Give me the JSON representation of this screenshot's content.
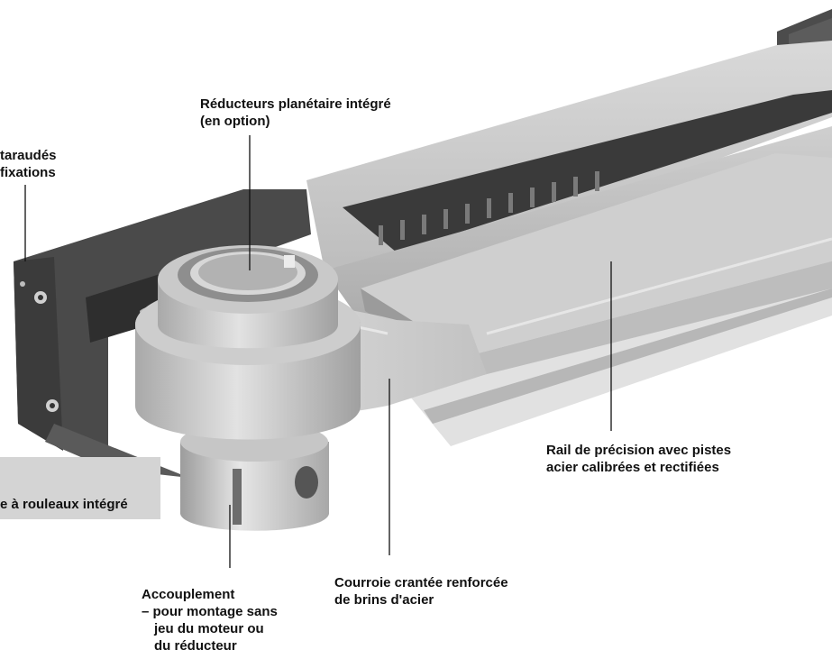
{
  "figure": {
    "labels": {
      "threaded_holes": [
        "taraudés",
        "fixations"
      ],
      "gearbox": [
        "Réducteurs planétaire intégré",
        "(en option)"
      ],
      "roller_guide": [
        "e à rouleaux intégré"
      ],
      "rail": [
        "Rail de précision avec pistes",
        "acier calibrées et rectifiées"
      ],
      "belt": [
        "Courroie crantée renforcée",
        "de brins d'acier"
      ],
      "coupling": [
        "Accouplement",
        "– pour montage sans",
        "jeu du moteur ou",
        "du réducteur"
      ]
    }
  }
}
